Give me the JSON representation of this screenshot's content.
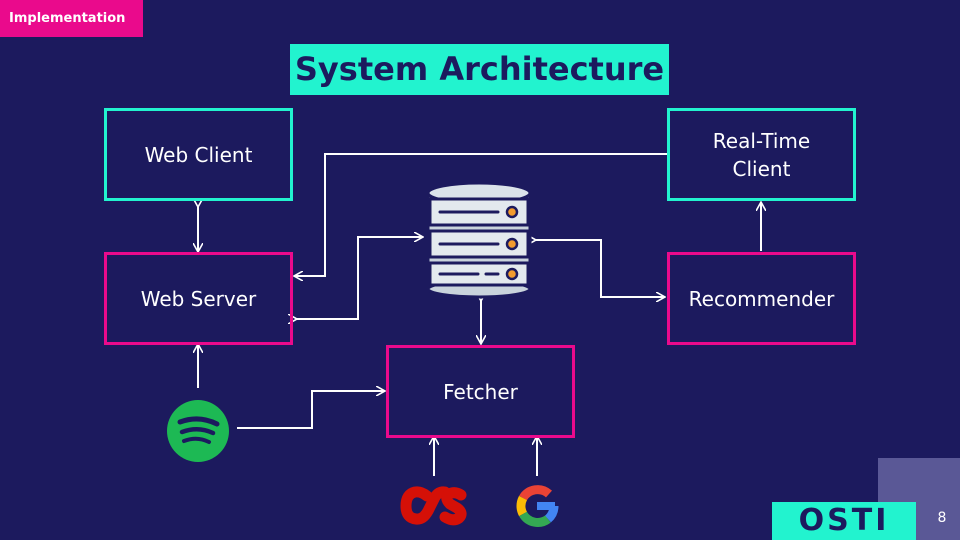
{
  "header": {
    "section_tag": "Implementation",
    "title": "System Architecture"
  },
  "nodes": {
    "web_client": "Web Client",
    "web_server": "Web Server",
    "real_time_client": "Real-Time\nClient",
    "recommender": "Recommender",
    "fetcher": "Fetcher"
  },
  "icons": {
    "database": "database-icon",
    "spotify": "spotify-icon",
    "lastfm": "lastfm-icon",
    "google": "google-icon"
  },
  "colors": {
    "background": "#1c1a5e",
    "teal": "#22f3cf",
    "pink": "#ea0a8c",
    "spotify": "#1db954",
    "lastfm": "#d51007"
  },
  "footer": {
    "logo": "OSTI",
    "page_number": "8"
  }
}
